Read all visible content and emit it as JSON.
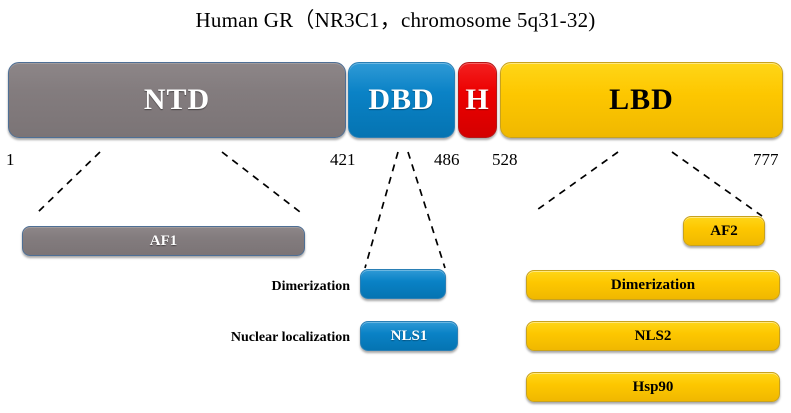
{
  "figure": {
    "title": "Human GR（NR3C1，chromosome 5q31-32)"
  },
  "protein_bar": {
    "domains": [
      {
        "id": "ntd",
        "label": "NTD",
        "color": "#827b7d",
        "text_color": "#ffffff",
        "start": 1,
        "end": 421
      },
      {
        "id": "dbd",
        "label": "DBD",
        "color": "#0780c4",
        "text_color": "#ffffff",
        "start": 421,
        "end": 486
      },
      {
        "id": "h",
        "label": "H",
        "color": "#ec0000",
        "text_color": "#ffffff",
        "start": 486,
        "end": 528
      },
      {
        "id": "lbd",
        "label": "LBD",
        "color": "#fdc700",
        "text_color": "#000000",
        "start": 528,
        "end": 777
      }
    ],
    "position_markers": [
      {
        "id": "start",
        "value": "1"
      },
      {
        "id": "ntd-end",
        "value": "421"
      },
      {
        "id": "dbd-end",
        "value": "486"
      },
      {
        "id": "h-end",
        "value": "528"
      },
      {
        "id": "c-term",
        "value": "777"
      }
    ]
  },
  "features": {
    "row_captions": [
      {
        "id": "dimerization-caption",
        "label": "Dimerization"
      },
      {
        "id": "nuclear-localization-caption",
        "label": "Nuclear localization"
      }
    ],
    "ntd_features": [
      {
        "id": "af1",
        "label": "AF1",
        "color": "#827b7d",
        "text_color": "#ffffff"
      }
    ],
    "dbd_features": [
      {
        "id": "dbd-dimerization",
        "label": "",
        "color": "#0780c4",
        "text_color": "#ffffff"
      },
      {
        "id": "nls1",
        "label": "NLS1",
        "color": "#0780c4",
        "text_color": "#ffffff"
      }
    ],
    "lbd_features": [
      {
        "id": "af2",
        "label": "AF2",
        "color": "#fdc700",
        "text_color": "#000000"
      },
      {
        "id": "lbd-dimerization",
        "label": "Dimerization",
        "color": "#fdc700",
        "text_color": "#000000"
      },
      {
        "id": "nls2",
        "label": "NLS2",
        "color": "#fdc700",
        "text_color": "#000000"
      },
      {
        "id": "hsp90",
        "label": "Hsp90",
        "color": "#fdc700",
        "text_color": "#000000"
      }
    ]
  }
}
